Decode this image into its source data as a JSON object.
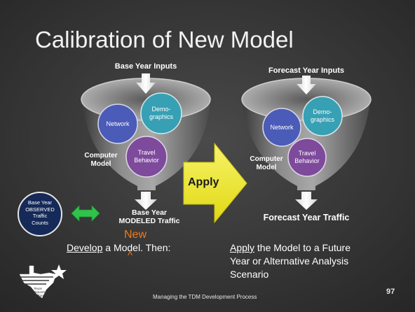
{
  "slide": {
    "title": "Calibration of New Model",
    "page_number": "97",
    "footer": "Managing the TDM Development Process"
  },
  "left_funnel": {
    "input_label": "Base Year Inputs",
    "network": "Network",
    "demographics": "Demo-\ngraphics",
    "travel_behavior": "Travel\nBehavior",
    "computer_model": "Computer\nModel",
    "output_label": "Base Year\nMODELED Traffic"
  },
  "right_funnel": {
    "input_label": "Forecast Year Inputs",
    "network": "Network",
    "demographics": "Demo-\ngraphics",
    "travel_behavior": "Travel\nBehavior",
    "computer_model": "Computer\nModel",
    "output_label": "Forecast Year Traffic"
  },
  "observed": {
    "label": "Base Year\nOBSERVED\nTraffic\nCounts"
  },
  "apply_arrow": {
    "label": "Apply"
  },
  "annotation": {
    "new": "New",
    "caret": "^"
  },
  "bottom_left": {
    "develop": "Develop",
    "rest": " a Model. Then:"
  },
  "bottom_right": {
    "apply": "Apply",
    "rest": " the Model to a Future\nYear or Alternative Analysis\nScenario"
  },
  "logo": {
    "text": "Texas\nDepartment\nof Transportation"
  },
  "colors": {
    "background": "#383838",
    "network_circle": "#4a5bb8",
    "demographics_circle": "#37a0b4",
    "travel_circle": "#7e4a9c",
    "apply_arrow": "#f1ec2a",
    "observed_circle": "#152a58",
    "green_arrow": "#30c24a",
    "new_text": "#f07a1a"
  }
}
